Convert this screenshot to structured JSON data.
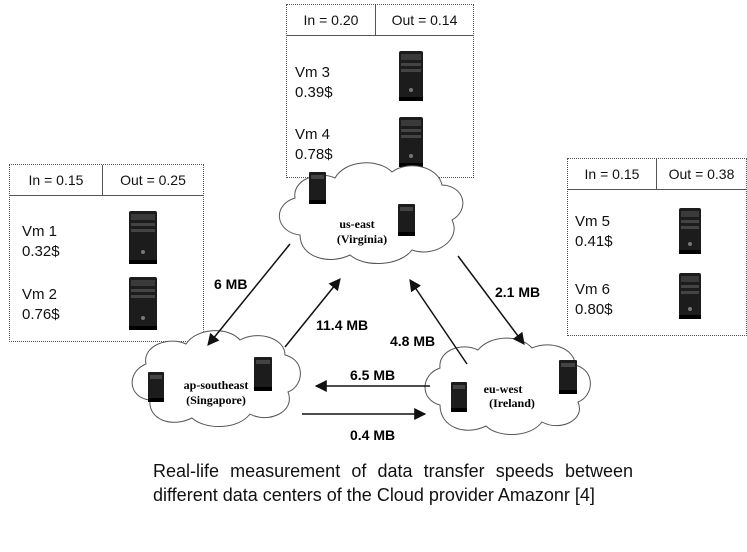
{
  "boxes": {
    "us_east": {
      "in": "In = 0.20",
      "out": "Out = 0.14",
      "vms": [
        {
          "name": "Vm 3",
          "price": "0.39$"
        },
        {
          "name": "Vm 4",
          "price": "0.78$"
        }
      ]
    },
    "ap_southeast": {
      "in": "In = 0.15",
      "out": "Out = 0.25",
      "vms": [
        {
          "name": "Vm 1",
          "price": "0.32$"
        },
        {
          "name": "Vm 2",
          "price": "0.76$"
        }
      ]
    },
    "eu_west": {
      "in": "In = 0.15",
      "out": "Out = 0.38",
      "vms": [
        {
          "name": "Vm 5",
          "price": "0.41$"
        },
        {
          "name": "Vm 6",
          "price": "0.80$"
        }
      ]
    }
  },
  "clouds": {
    "us_east": {
      "line1": "us-east",
      "line2": "(Virginia)"
    },
    "ap_southeast": {
      "line1": "ap-southeast",
      "line2": "(Singapore)"
    },
    "eu_west": {
      "line1": "eu-west",
      "line2": "(Ireland)"
    }
  },
  "transfers": {
    "us_to_ap": "6 MB",
    "us_to_eu": "2.1 MB",
    "ap_to_us": "11.4 MB",
    "eu_to_us": "4.8 MB",
    "eu_to_ap": "6.5 MB",
    "ap_to_eu": "0.4 MB"
  },
  "caption": "Real-life measurement of data transfer speeds between different  data centers of the Cloud provider Amazonr [4]"
}
